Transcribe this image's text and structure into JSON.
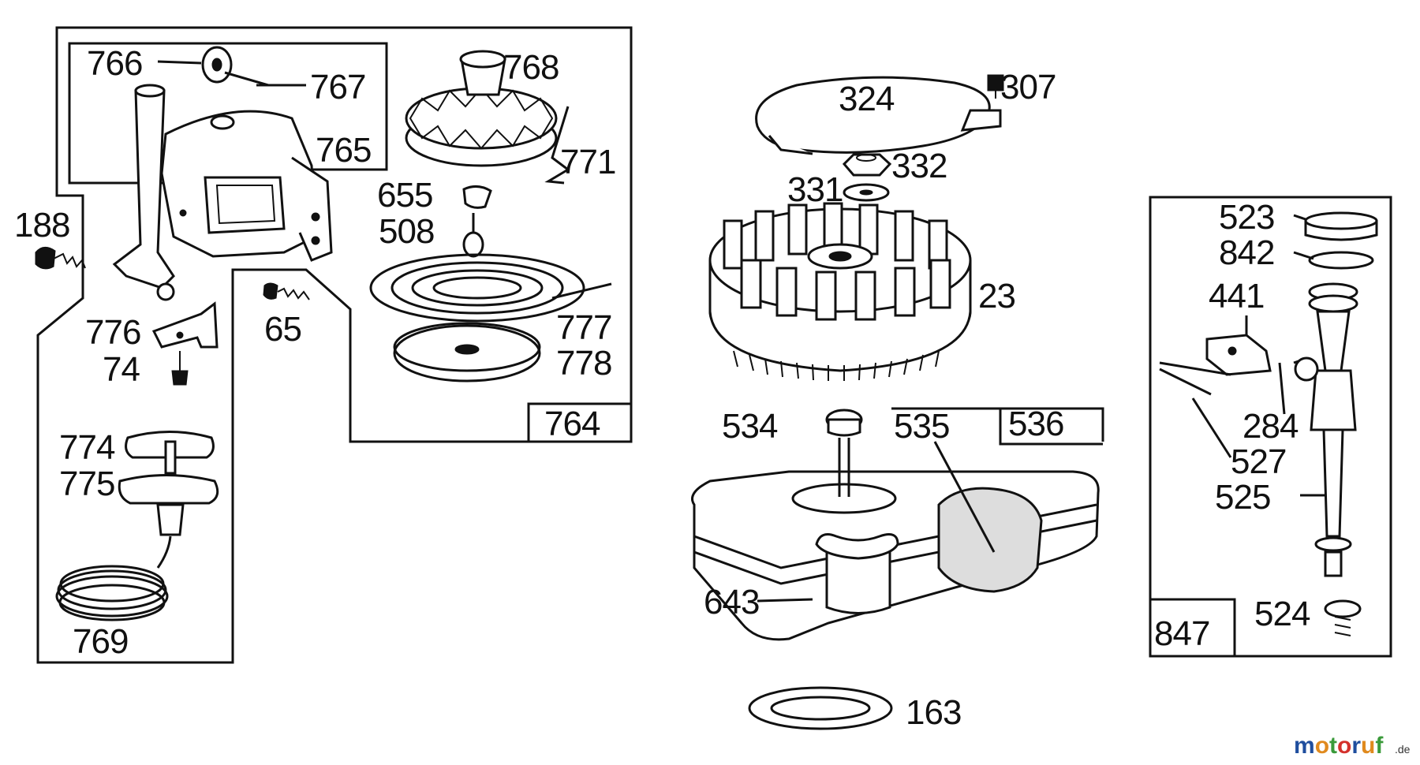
{
  "diagram": {
    "part_labels": {
      "p766": "766",
      "p767": "767",
      "p765": "765",
      "p768": "768",
      "p771": "771",
      "p655": "655",
      "p508": "508",
      "p188": "188",
      "p65": "65",
      "p776": "776",
      "p74": "74",
      "p777": "777",
      "p778": "778",
      "p774": "774",
      "p775": "775",
      "p769": "769",
      "p324": "324",
      "p307": "307",
      "p332": "332",
      "p331": "331",
      "p23": "23",
      "p534": "534",
      "p535": "535",
      "p643": "643",
      "p163": "163",
      "p523": "523",
      "p842": "842",
      "p441": "441",
      "p284": "284",
      "p527": "527",
      "p525": "525",
      "p524": "524"
    },
    "box_labels": {
      "b764": "764",
      "b536": "536",
      "b847": "847"
    }
  },
  "watermark": {
    "text_letters": [
      "m",
      "o",
      "t",
      "o",
      "r",
      "u",
      "f"
    ],
    "letter_colors": [
      "#1f4e9e",
      "#e08a1e",
      "#3a9a3a",
      "#d4312c",
      "#1f4e9e",
      "#e08a1e",
      "#3a9a3a"
    ],
    "suffix": ".de"
  }
}
